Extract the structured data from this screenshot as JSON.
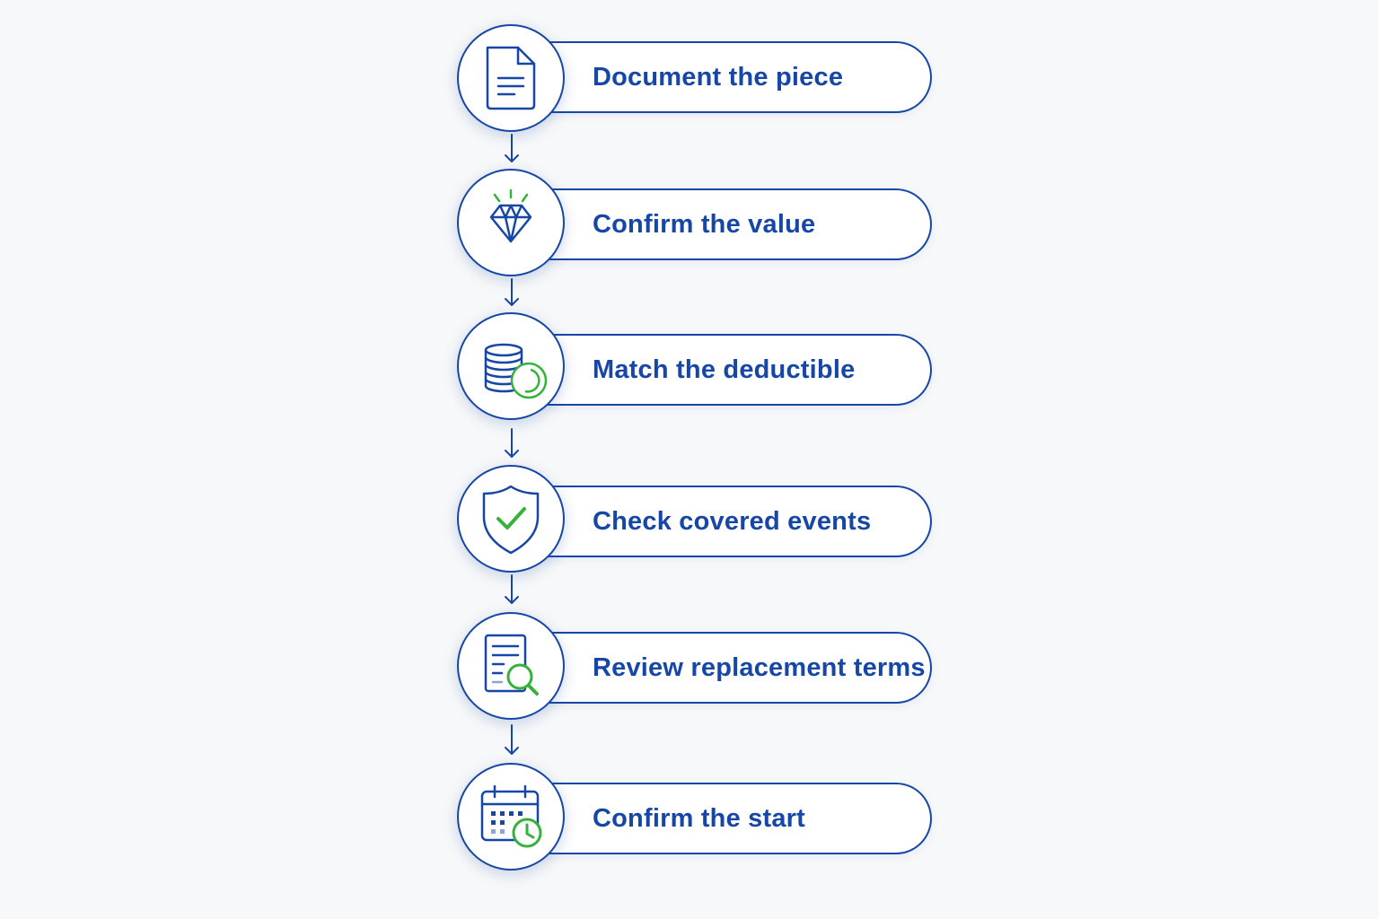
{
  "colors": {
    "primary": "#1747a6",
    "accent_green": "#36b23c",
    "background": "#f7f8f9"
  },
  "steps": [
    {
      "label": "Document the piece",
      "icon": "document-icon"
    },
    {
      "label": "Confirm the value",
      "icon": "diamond-icon"
    },
    {
      "label": "Match the deductible",
      "icon": "coin-stack-icon"
    },
    {
      "label": "Check covered events",
      "icon": "shield-check-icon"
    },
    {
      "label": "Review replacement terms",
      "icon": "document-search-icon"
    },
    {
      "label": "Confirm the start",
      "icon": "calendar-clock-icon"
    }
  ]
}
